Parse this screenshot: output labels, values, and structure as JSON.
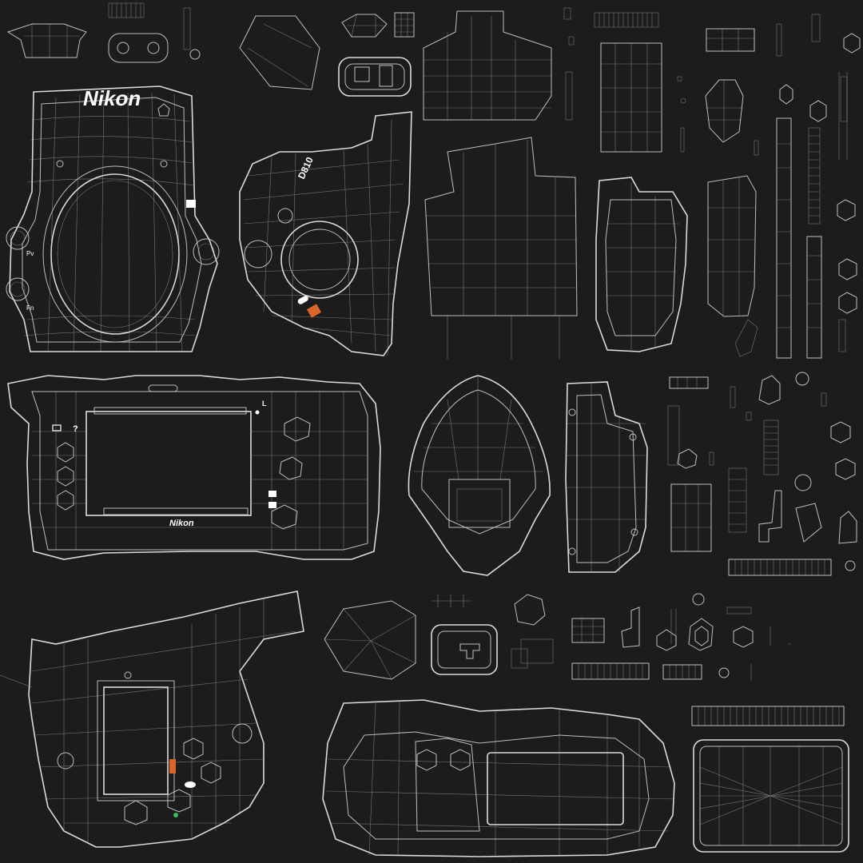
{
  "texts": {
    "brand_logo_top": "Nikon",
    "brand_logo_back": "Nikon",
    "model_badge": "D810",
    "pv_label": "Pv",
    "fn_label": "Fn",
    "l_label": "L",
    "help_label": "?"
  },
  "colors": {
    "background": "#1c1c1c",
    "wireframe": "#d0d0d0",
    "accent_orange": "#d9652a",
    "accent_green": "#36c25a"
  }
}
